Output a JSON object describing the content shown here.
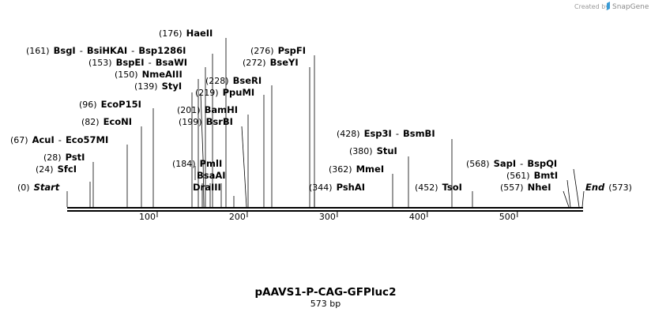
{
  "credit": {
    "prefix": "Created by",
    "brand": "SnapGene"
  },
  "map": {
    "name": "pAAVS1-P-CAG-GFPluc2",
    "length_label": "573 bp",
    "length": 573,
    "ticks": [
      100,
      200,
      300,
      400,
      500
    ]
  },
  "labels": [
    {
      "parts": [
        {
          "t": "(176)",
          "s": "pos"
        },
        {
          "t": "HaeII",
          "s": "nm"
        }
      ]
    },
    {
      "parts": [
        {
          "t": "(161)",
          "s": "pos"
        },
        {
          "t": "BsgI",
          "s": "nm"
        },
        {
          "t": "-",
          "s": "sep"
        },
        {
          "t": "BsiHKAI",
          "s": "nm"
        },
        {
          "t": "-",
          "s": "sep"
        },
        {
          "t": "Bsp1286I",
          "s": "nm"
        }
      ]
    },
    {
      "parts": [
        {
          "t": "(276)",
          "s": "pos"
        },
        {
          "t": "PspFI",
          "s": "nm"
        }
      ]
    },
    {
      "parts": [
        {
          "t": "(153)",
          "s": "pos"
        },
        {
          "t": "BspEI",
          "s": "nm"
        },
        {
          "t": "-",
          "s": "sep"
        },
        {
          "t": "BsaWI",
          "s": "nm"
        }
      ]
    },
    {
      "parts": [
        {
          "t": "(272)",
          "s": "pos"
        },
        {
          "t": "BseYI",
          "s": "nm"
        }
      ]
    },
    {
      "parts": [
        {
          "t": "(150)",
          "s": "pos"
        },
        {
          "t": "NmeAIII",
          "s": "nm"
        }
      ]
    },
    {
      "parts": [
        {
          "t": "(228)",
          "s": "pos"
        },
        {
          "t": "BseRI",
          "s": "nm"
        }
      ]
    },
    {
      "parts": [
        {
          "t": "(139)",
          "s": "pos"
        },
        {
          "t": "StyI",
          "s": "nm"
        }
      ]
    },
    {
      "parts": [
        {
          "t": "(219)",
          "s": "pos"
        },
        {
          "t": "PpuMI",
          "s": "nm"
        }
      ]
    },
    {
      "parts": [
        {
          "t": "(96)",
          "s": "pos"
        },
        {
          "t": "EcoP15I",
          "s": "nm"
        }
      ]
    },
    {
      "parts": [
        {
          "t": "(201)",
          "s": "pos"
        },
        {
          "t": "BamHI",
          "s": "nm"
        }
      ]
    },
    {
      "parts": [
        {
          "t": "(82)",
          "s": "pos"
        },
        {
          "t": "EcoNI",
          "s": "nm"
        }
      ]
    },
    {
      "parts": [
        {
          "t": "(199)",
          "s": "pos"
        },
        {
          "t": "BsrBI",
          "s": "nm"
        }
      ]
    },
    {
      "parts": [
        {
          "t": "(428)",
          "s": "pos"
        },
        {
          "t": "Esp3I",
          "s": "nm"
        },
        {
          "t": "-",
          "s": "sep"
        },
        {
          "t": "BsmBI",
          "s": "nm"
        }
      ]
    },
    {
      "parts": [
        {
          "t": "(67)",
          "s": "pos"
        },
        {
          "t": "AcuI",
          "s": "nm"
        },
        {
          "t": "-",
          "s": "sep"
        },
        {
          "t": "Eco57MI",
          "s": "nm"
        }
      ]
    },
    {
      "parts": [
        {
          "t": "(380)",
          "s": "pos"
        },
        {
          "t": "StuI",
          "s": "nm"
        }
      ]
    },
    {
      "parts": [
        {
          "t": "(28)",
          "s": "pos"
        },
        {
          "t": "PstI",
          "s": "nm"
        }
      ]
    },
    {
      "parts": [
        {
          "t": "(184)",
          "s": "pos"
        },
        {
          "t": "PmlI",
          "s": "nm"
        }
      ]
    },
    {
      "parts": [
        {
          "t": "(568)",
          "s": "pos"
        },
        {
          "t": "SapI",
          "s": "nm"
        },
        {
          "t": "-",
          "s": "sep"
        },
        {
          "t": "BspQI",
          "s": "nm"
        }
      ]
    },
    {
      "parts": [
        {
          "t": "(24)",
          "s": "pos"
        },
        {
          "t": "SfcI",
          "s": "nm"
        }
      ]
    },
    {
      "parts": [
        {
          "t": "(362)",
          "s": "pos"
        },
        {
          "t": "MmeI",
          "s": "nm"
        }
      ]
    },
    {
      "parts": [
        {
          "t": "BsaAI",
          "s": "nm"
        }
      ]
    },
    {
      "parts": [
        {
          "t": "(561)",
          "s": "pos"
        },
        {
          "t": "BmtI",
          "s": "nm"
        }
      ]
    },
    {
      "parts": [
        {
          "t": "(0)",
          "s": "pos"
        },
        {
          "t": "Start",
          "s": "nm it"
        }
      ]
    },
    {
      "parts": [
        {
          "t": "DraIII",
          "s": "nm"
        }
      ]
    },
    {
      "parts": [
        {
          "t": "(344)",
          "s": "pos"
        },
        {
          "t": "PshAI",
          "s": "nm"
        }
      ]
    },
    {
      "parts": [
        {
          "t": "(452)",
          "s": "pos"
        },
        {
          "t": "TsoI",
          "s": "nm"
        }
      ]
    },
    {
      "parts": [
        {
          "t": "(557)",
          "s": "pos"
        },
        {
          "t": "NheI",
          "s": "nm"
        }
      ]
    },
    {
      "parts": [
        {
          "t": "End",
          "s": "nm it"
        },
        {
          "t": "(573)",
          "s": "pos"
        }
      ]
    }
  ]
}
